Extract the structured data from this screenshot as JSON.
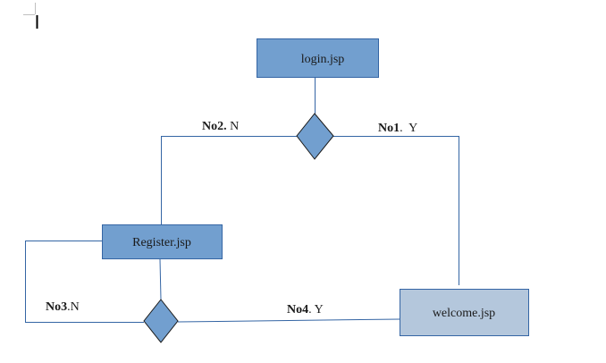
{
  "nodes": {
    "login": {
      "label": "login.jsp",
      "fill": "#729fcf",
      "border": "#3465a4"
    },
    "register": {
      "label": "Register.jsp",
      "fill": "#729fcf",
      "border": "#3465a4"
    },
    "welcome": {
      "label": "welcome.jsp",
      "fill": "#b4c7dc",
      "border": "#3465a4"
    }
  },
  "decisions": {
    "fill": "#729fcf",
    "border": "#1a1a1a"
  },
  "edges": {
    "no1": {
      "tag": "No1",
      "sep": ".",
      "answer": "  Y"
    },
    "no2": {
      "tag": "No2",
      "sep": ".",
      "answer": " N"
    },
    "no3": {
      "tag": "No3",
      "sep": ".",
      "answer": "N"
    },
    "no4": {
      "tag": "No4",
      "sep": ".",
      "answer": " Y"
    }
  },
  "colors": {
    "line": "#3465a4"
  }
}
